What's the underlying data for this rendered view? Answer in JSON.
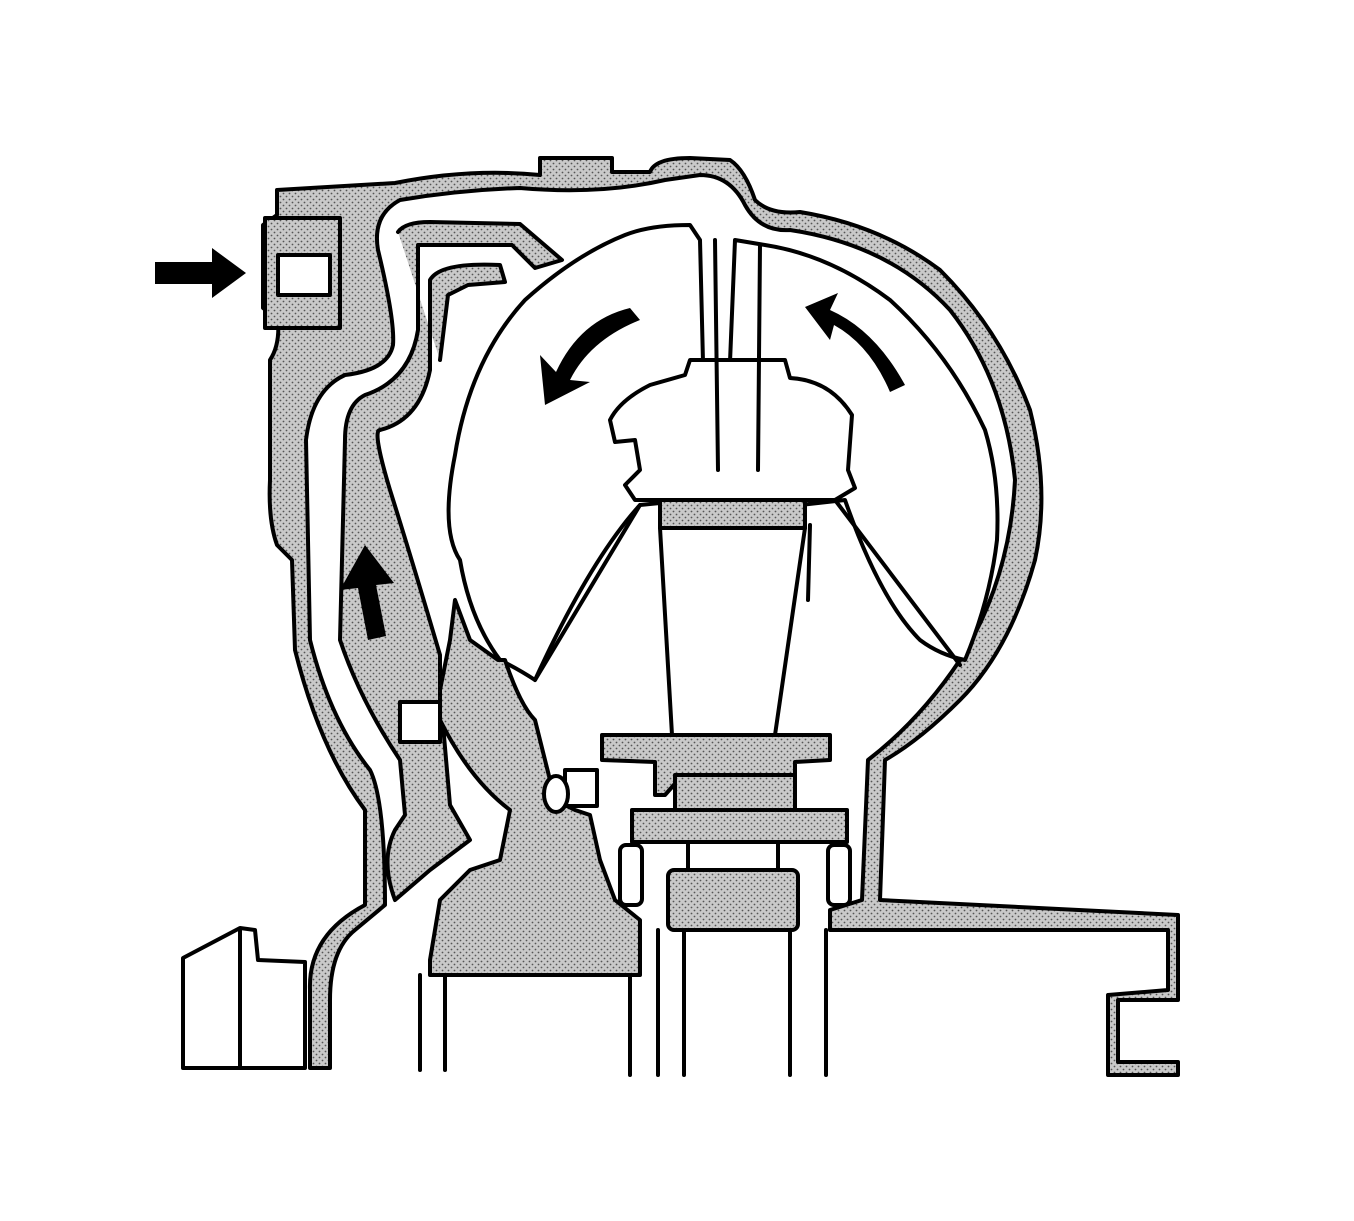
{
  "diagram": {
    "caption": "",
    "palette": {
      "ink": "#000000",
      "paper": "#ffffff",
      "section_fill": "#b8b8b8",
      "stipple": "#6a6a6a"
    },
    "flow_arrows": [
      {
        "name": "inlet-flow-arrow",
        "direction": "right"
      },
      {
        "name": "upward-flow-arrow",
        "direction": "up"
      },
      {
        "name": "rotation-arrow-left",
        "direction": "counter-clockwise"
      },
      {
        "name": "rotation-arrow-right",
        "direction": "counter-clockwise"
      }
    ],
    "icons": [
      "inlet-flow-arrow-icon",
      "upward-flow-arrow-icon",
      "rotation-arrow-icon"
    ]
  }
}
